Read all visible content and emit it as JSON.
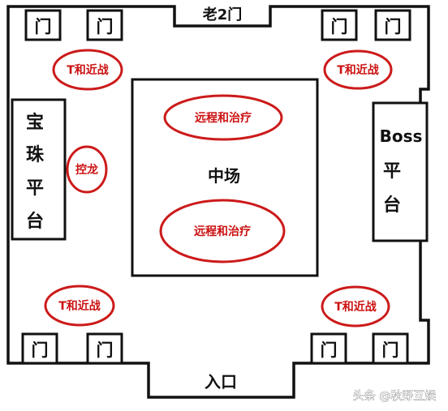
{
  "map": {
    "top_gate_label": "老2门",
    "entrance_label": "入口",
    "door_label": "门",
    "center_label": "中场",
    "boss_platform_label": [
      "Boss",
      "平",
      "台"
    ],
    "orb_platform_label": [
      "宝",
      "珠",
      "平",
      "台"
    ],
    "tank_melee_label": "T和近战",
    "ranged_healer_label": "远程和治疗",
    "dragon_control_label": "控龙"
  },
  "watermark": "头条 @秋野互娱",
  "colors": {
    "wall": "#111111",
    "marker": "#cc1a1a",
    "background": "#ffffff"
  }
}
